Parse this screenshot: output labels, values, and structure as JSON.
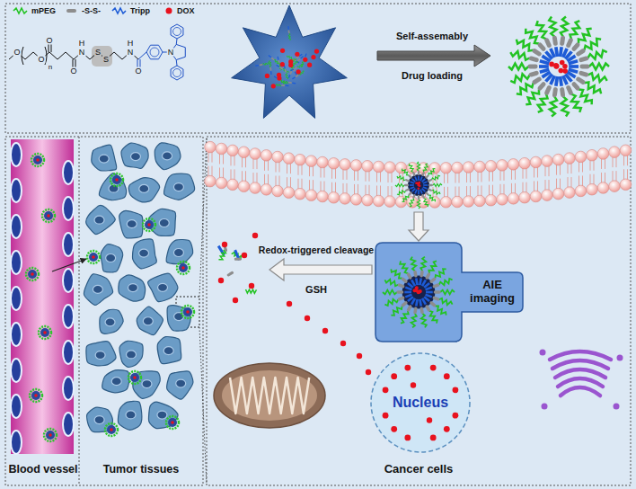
{
  "diagram": {
    "nodes": [
      {
        "text": [
          "AIE imaging"
        ]
      },
      {
        "text": [
          "Nucleus"
        ]
      }
    ],
    "labels": [
      "O",
      "O",
      "n",
      "O",
      "O",
      "N",
      "H",
      "S",
      "S",
      "N",
      "H",
      "O",
      "N",
      "Self-assemably",
      "Drug loading",
      "Redox-triggered cleavage",
      "GSH",
      "Blood vessel",
      "Tumor tissues",
      "Cancer cells"
    ],
    "legend": [
      {
        "text": "mPEG"
      },
      {
        "text": "-S-S-"
      },
      {
        "text": "Tripp"
      },
      {
        "text": "DOX"
      }
    ]
  }
}
